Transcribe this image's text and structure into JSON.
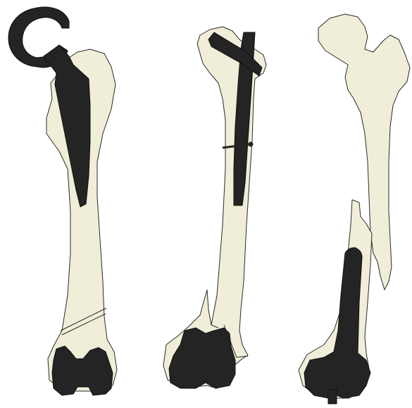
{
  "colors": {
    "bone_fill": "#f0eed8",
    "bone_outline": "#2a2a2a",
    "implant_fill": "#242424",
    "fracture_marker": "#d8c800",
    "background": "#ffffff"
  },
  "panels": [
    {
      "id": "left",
      "implants": [
        "hip-stem-icon",
        "femoral-head-icon",
        "knee-femoral-component-icon"
      ],
      "fracture": "oblique-distal-shaft"
    },
    {
      "id": "middle",
      "implants": [
        "intramedullary-nail-icon",
        "cephalomedullary-screw-icon",
        "locking-screw-icon",
        "knee-femoral-component-icon"
      ],
      "fracture": "distal-periprosthetic-split"
    },
    {
      "id": "right",
      "implants": [
        "stemmed-knee-component-icon"
      ],
      "fracture": "displaced-mid-shaft"
    }
  ]
}
